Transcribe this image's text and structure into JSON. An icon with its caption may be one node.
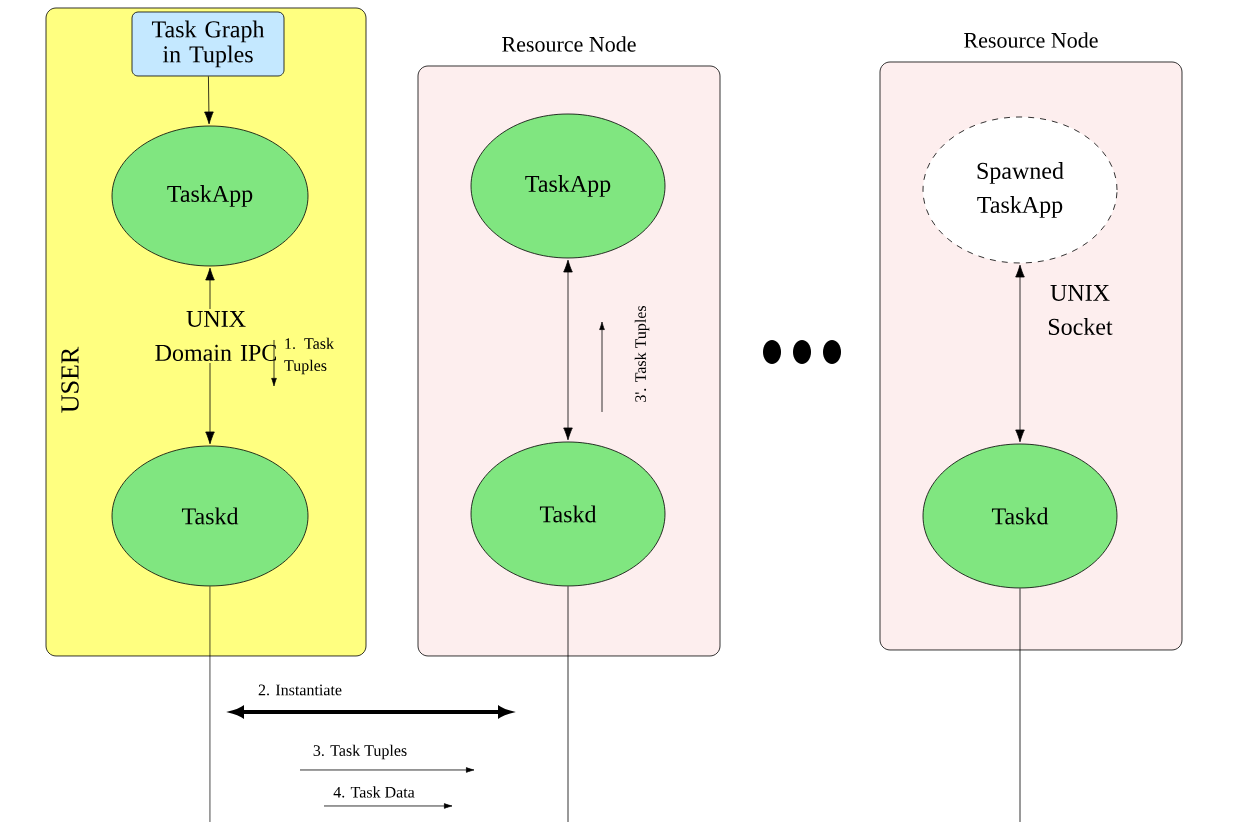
{
  "diagram": {
    "nodes": [
      {
        "text": [
          "USER"
        ]
      },
      {
        "text": [
          "Task Graph in Tuples"
        ],
        "in": 0
      },
      {
        "text": [
          "TaskApp"
        ],
        "in": 0
      },
      {
        "text": [
          "Taskd"
        ],
        "in": 0
      },
      {
        "text": [
          "Resource Node"
        ]
      },
      {
        "text": [
          "TaskApp"
        ],
        "in": 4
      },
      {
        "text": [
          "Taskd"
        ],
        "in": 4
      },
      {
        "text": [
          "Resource Node"
        ]
      },
      {
        "text": [
          "Spawned TaskApp"
        ],
        "in": 7
      },
      {
        "text": [
          "Taskd"
        ],
        "in": 7
      }
    ],
    "edges": [
      {
        "from": 1,
        "to": 2,
        "arrow": "to"
      },
      {
        "from": 2,
        "to": 3,
        "arrow": "both",
        "label": "UNIX Domain IPC"
      },
      {
        "from": 5,
        "to": 6,
        "arrow": "both"
      },
      {
        "from": 8,
        "to": 9,
        "arrow": "both",
        "label": "UNIX Socket"
      },
      {
        "from": 3,
        "to": null,
        "arrow": "none"
      },
      {
        "from": 6,
        "to": null,
        "arrow": "none"
      },
      {
        "from": 9,
        "to": null,
        "arrow": "none"
      }
    ],
    "labels": [
      "1. Task Tuples",
      "3'. Task Tuples",
      "2. Instantiate",
      "3. Task Tuples",
      "4. Task Data"
    ]
  }
}
